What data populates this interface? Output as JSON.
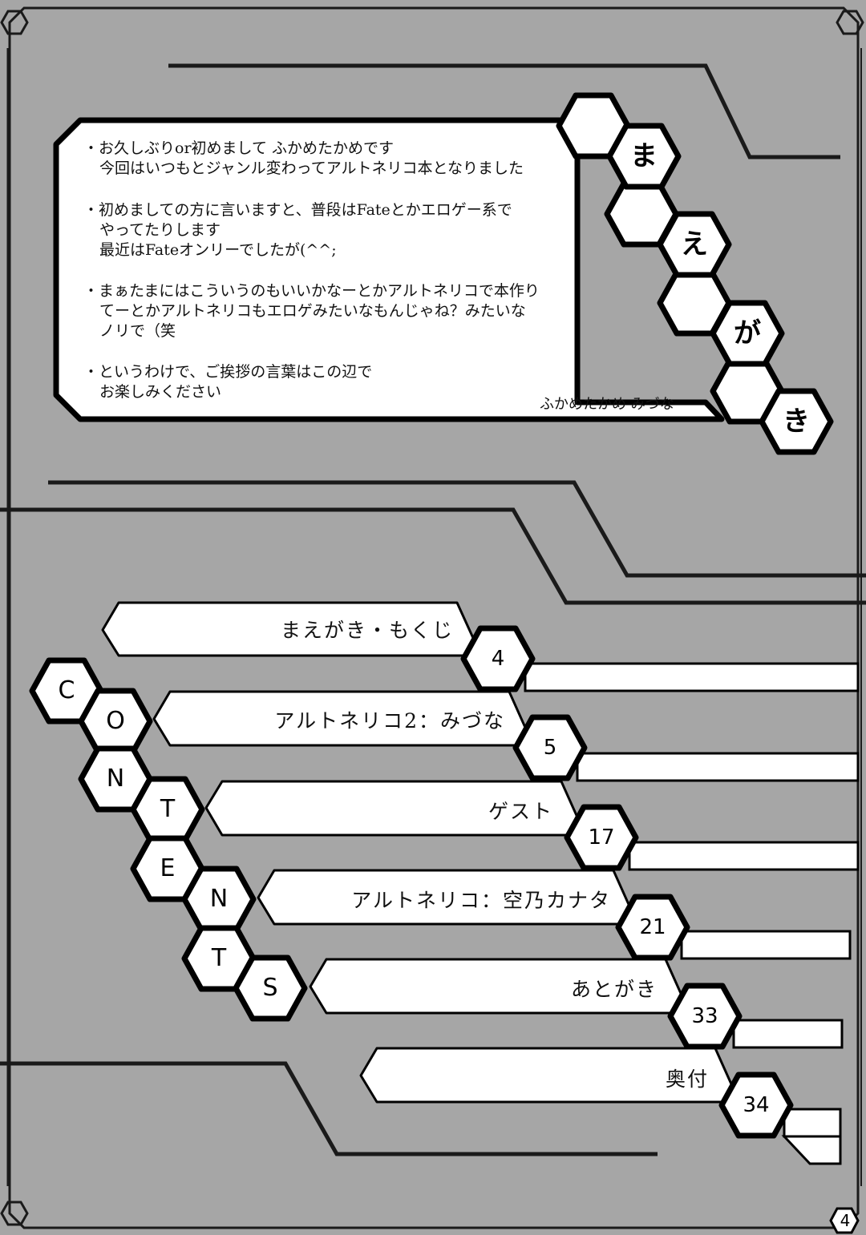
{
  "preface": {
    "heading_chars": [
      "ま",
      "え",
      "が",
      "き"
    ],
    "lines": [
      "・お久しぶりor初めまして ふかめたかめです",
      "今回はいつもとジャンル変わってアルトネリコ本となりました",
      "・初めましての方に言いますと、普段はFateとかエロゲー系で",
      "やってたりします",
      "最近はFateオンリーでしたが(^^;",
      "・まぁたまにはこういうのもいいかなーとかアルトネリコで本作り",
      "てーとかアルトネリコもエロゲみたいなもんじゃね？みたいな",
      "ノリで（笑",
      "・というわけで、ご挨拶の言葉はこの辺で",
      "お楽しみください"
    ],
    "signature": "ふかめたかめ みづな"
  },
  "contents": {
    "letters": [
      "C",
      "O",
      "N",
      "T",
      "E",
      "N",
      "T",
      "S"
    ],
    "items": [
      {
        "title": "まえがき・もくじ",
        "page": "4"
      },
      {
        "title": "アルトネリコ2：みづな",
        "page": "5"
      },
      {
        "title": "ゲスト",
        "page": "17"
      },
      {
        "title": "アルトネリコ：空乃カナタ",
        "page": "21"
      },
      {
        "title": "あとがき",
        "page": "33"
      },
      {
        "title": "奥付",
        "page": "34"
      }
    ]
  },
  "page_number": "4"
}
